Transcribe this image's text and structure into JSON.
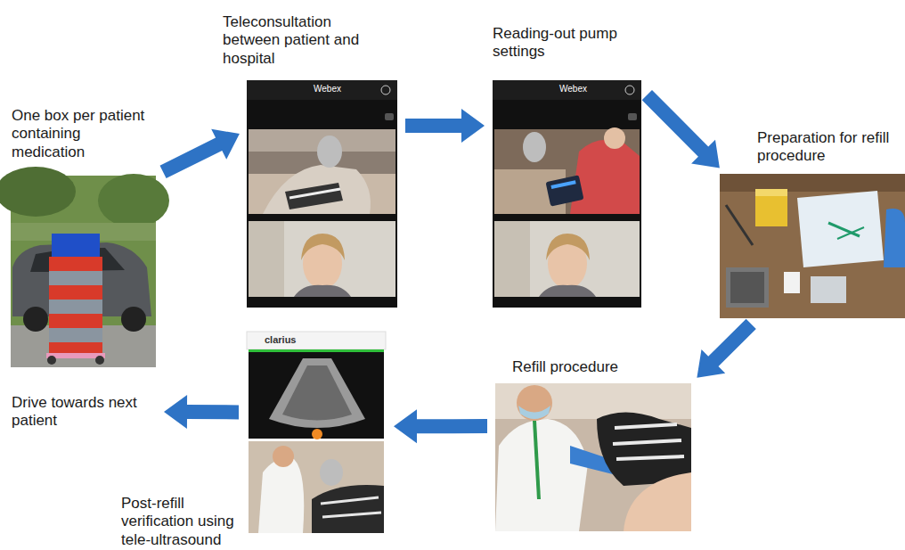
{
  "diagram": {
    "nodes": [
      {
        "text": [
          "One box per patient containing medication"
        ]
      },
      {
        "text": [
          "Teleconsultation between patient and hospital"
        ]
      },
      {
        "text": [
          "Reading-out pump settings"
        ]
      },
      {
        "text": [
          "Preparation for refill procedure"
        ]
      },
      {
        "text": [
          "Refill procedure"
        ]
      },
      {
        "text": [
          "Post-refill verification using tele-ultrasound"
        ]
      },
      {
        "text": [
          "Drive towards next patient"
        ]
      }
    ],
    "edges": [
      {
        "from": 0,
        "to": 1,
        "arrow": "to"
      },
      {
        "from": 1,
        "to": 2,
        "arrow": "to"
      },
      {
        "from": 2,
        "to": 3,
        "arrow": "to"
      },
      {
        "from": 3,
        "to": 4,
        "arrow": "to"
      },
      {
        "from": 4,
        "to": 5,
        "arrow": "to"
      },
      {
        "from": 5,
        "to": 6,
        "arrow": "to"
      }
    ],
    "labels": [
      "Webex",
      "Webex",
      "clarius"
    ]
  }
}
